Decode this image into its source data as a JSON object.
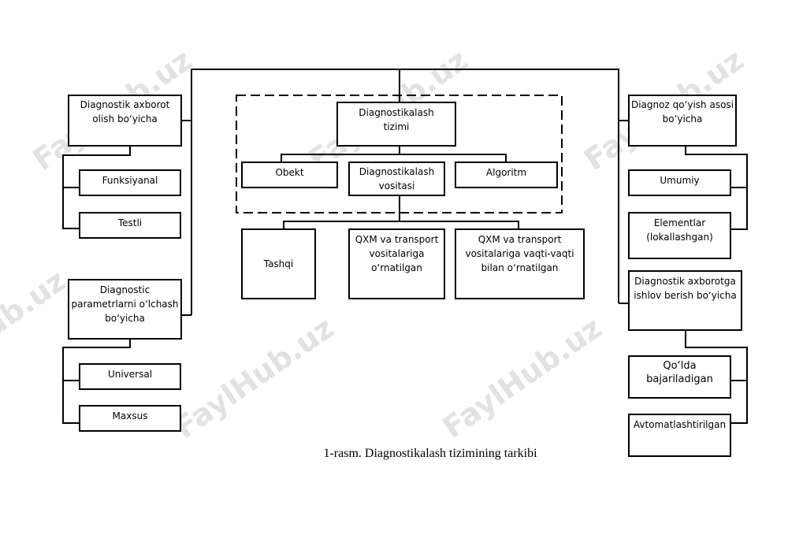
{
  "watermark": "FaylHub.uz",
  "caption": "1-rasm. Diagnostikalash tizimining tarkibi",
  "nodes": {
    "center": [
      "Diagnostikalash",
      "tizimi"
    ],
    "obekt": [
      "Obekt"
    ],
    "vosita": [
      "Diagnostikalash",
      "vositasi"
    ],
    "algoritm": [
      "Algoritm"
    ],
    "tashqi": [
      "Tashqi"
    ],
    "qxm1": [
      "QXM va transport",
      "vositalariga",
      "o‘rnatilgan"
    ],
    "qxm2": [
      "QXM va transport",
      "vositalariga vaqti-vaqti",
      "bilan o‘rnatilgan"
    ],
    "left1": [
      "Diagnostik axborot",
      "olish bo‘yicha"
    ],
    "funksiyanal": [
      "Funksiyanal"
    ],
    "testli": [
      "Testli"
    ],
    "left2": [
      "Diagnostic",
      "parametrlarni o‘lchash",
      "bo‘yicha"
    ],
    "universal": [
      "Universal"
    ],
    "maxsus": [
      "Maxsus"
    ],
    "right1": [
      "Diagnoz qo‘yish asosi",
      "bo‘yicha"
    ],
    "umumiy": [
      "Umumiy"
    ],
    "elementlar": [
      "Elementlar",
      "(lokallashgan)"
    ],
    "right2": [
      "Diagnostik axborotga",
      "ishlov berish bo‘yicha"
    ],
    "qolda": [
      "Qo‘lda",
      "bajariladigan"
    ],
    "avtomat": [
      "Avtomatlashtirilgan"
    ]
  }
}
